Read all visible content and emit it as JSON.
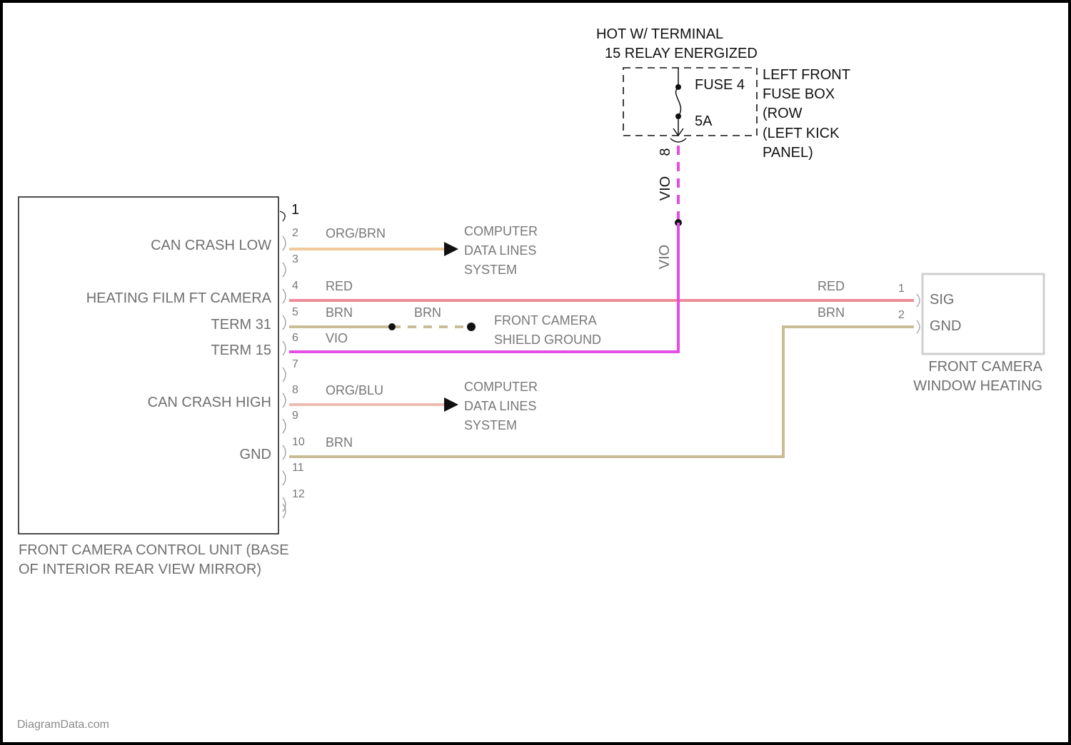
{
  "colors": {
    "vio": "#e64ce6",
    "red": "#ee8a95",
    "brn": "#c9bd96",
    "org_brn": "#f0c89a",
    "org_blu": "#eebcb0",
    "line": "#111111",
    "frame": "#000000"
  },
  "power": {
    "hot_line1": "HOT W/ TERMINAL",
    "hot_line2": "15 RELAY ENERGIZED",
    "fuse_name": "FUSE 4",
    "fuse_rating": "5A",
    "fuse_box_lines": [
      "LEFT FRONT",
      "FUSE BOX",
      "(ROW",
      "(LEFT KICK",
      "PANEL)"
    ],
    "connector_pin": "8",
    "wire_color_upper": "VIO",
    "wire_color_lower": "VIO"
  },
  "control_unit": {
    "connector_number": "1",
    "title_lines": [
      "FRONT CAMERA CONTROL UNIT (BASE",
      "OF INTERIOR REAR VIEW MIRROR)"
    ],
    "pins": [
      {
        "num": "2",
        "label": "CAN CRASH LOW",
        "wire": "ORG/BRN"
      },
      {
        "num": "3",
        "label": "",
        "wire": ""
      },
      {
        "num": "4",
        "label": "HEATING FILM FT CAMERA",
        "wire": "RED"
      },
      {
        "num": "5",
        "label": "TERM 31",
        "wire": "BRN"
      },
      {
        "num": "6",
        "label": "TERM 15",
        "wire": "VIO"
      },
      {
        "num": "7",
        "label": "",
        "wire": ""
      },
      {
        "num": "8",
        "label": "CAN CRASH HIGH",
        "wire": "ORG/BLU"
      },
      {
        "num": "9",
        "label": "",
        "wire": ""
      },
      {
        "num": "10",
        "label": "GND",
        "wire": "BRN"
      },
      {
        "num": "11",
        "label": "",
        "wire": ""
      },
      {
        "num": "12",
        "label": "",
        "wire": ""
      }
    ]
  },
  "destinations": {
    "computer_data_1": [
      "COMPUTER",
      "DATA LINES",
      "SYSTEM"
    ],
    "computer_data_2": [
      "COMPUTER",
      "DATA LINES",
      "SYSTEM"
    ],
    "shield_ground": [
      "FRONT CAMERA",
      "SHIELD GROUND"
    ],
    "shield_wire": "BRN"
  },
  "window_heater": {
    "title_lines": [
      "FRONT CAMERA",
      "WINDOW HEATING"
    ],
    "pins": [
      {
        "num": "1",
        "label": "SIG",
        "wire": "RED"
      },
      {
        "num": "2",
        "label": "GND",
        "wire": "BRN"
      }
    ]
  },
  "watermark": "DiagramData.com"
}
